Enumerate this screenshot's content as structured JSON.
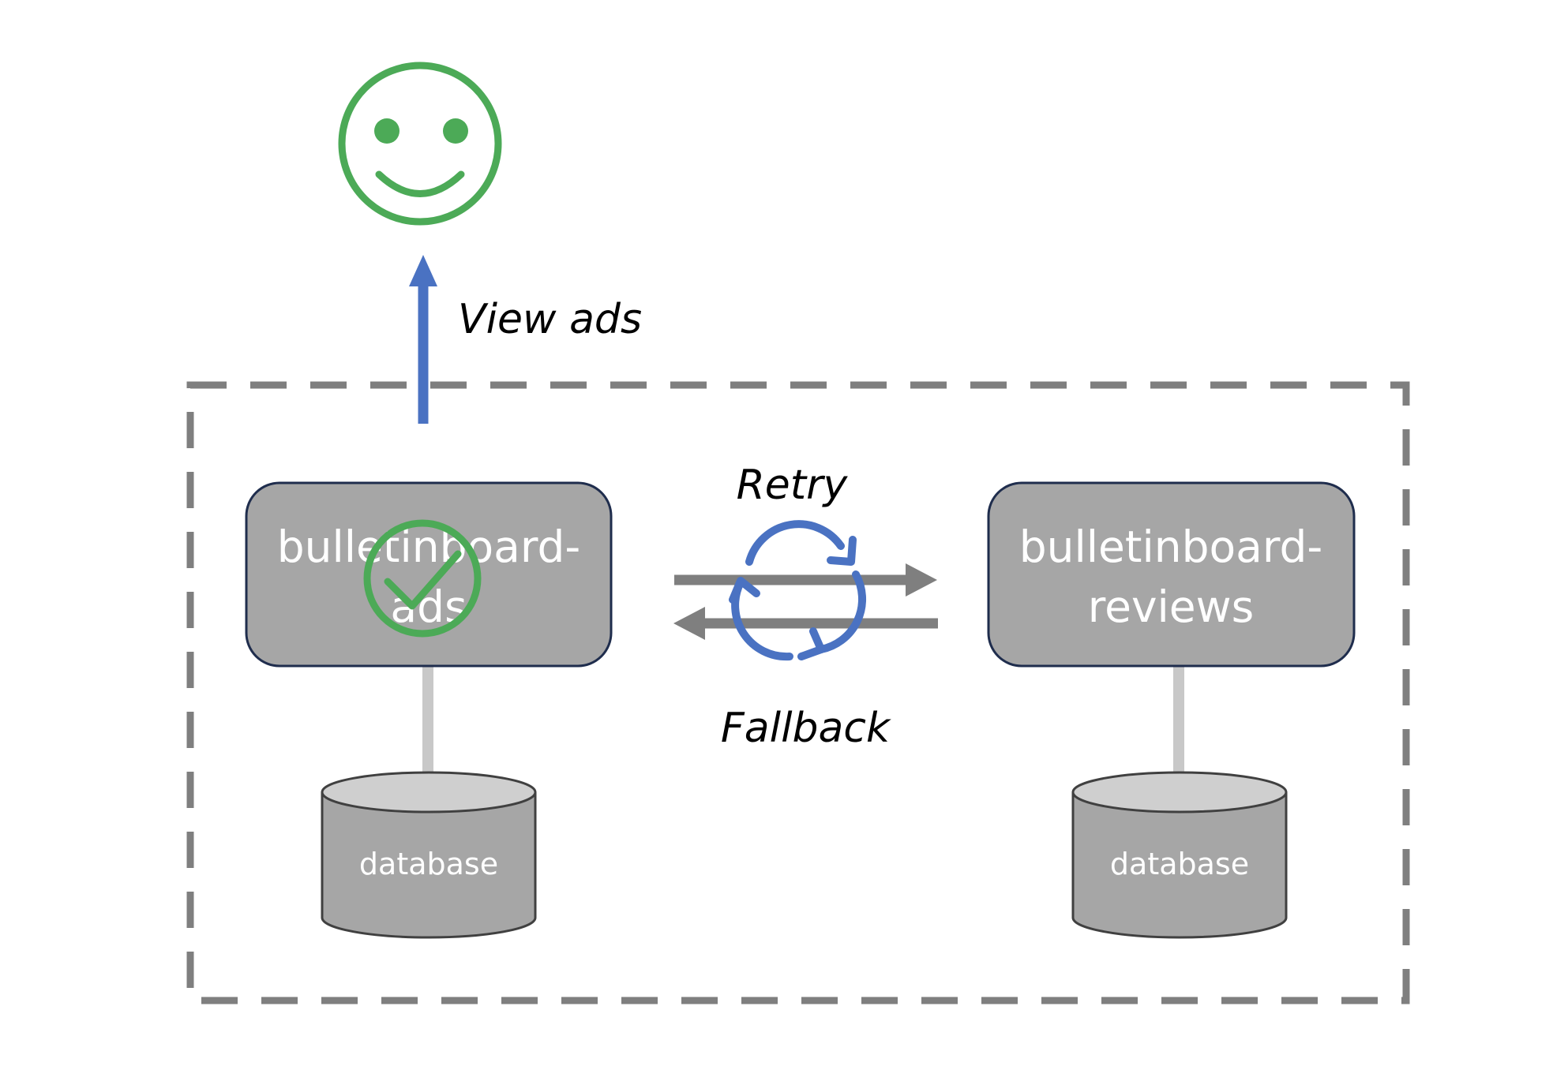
{
  "labels": {
    "view_ads": "View ads",
    "retry": "Retry",
    "fallback": "Fallback"
  },
  "services": {
    "ads": {
      "line1": "bulletinboard-",
      "line2": "ads"
    },
    "reviews": {
      "line1": "bulletinboard-",
      "line2": "reviews"
    }
  },
  "databases": {
    "ads_db": "database",
    "reviews_db": "database"
  },
  "icons": {
    "user": "smiley-face-icon",
    "status": "check-circle-icon",
    "retry": "circular-refresh-icon"
  },
  "colors": {
    "success_green": "#4caa57",
    "accent_blue": "#4a72c2",
    "service_fill": "#a6a6a6",
    "service_border": "#1f2d4d",
    "arrow_gray": "#7f7f7f",
    "boundary_gray": "#7f7f7f",
    "connector_gray": "#c8c8c8",
    "db_top_fill": "#cfcfcf"
  }
}
